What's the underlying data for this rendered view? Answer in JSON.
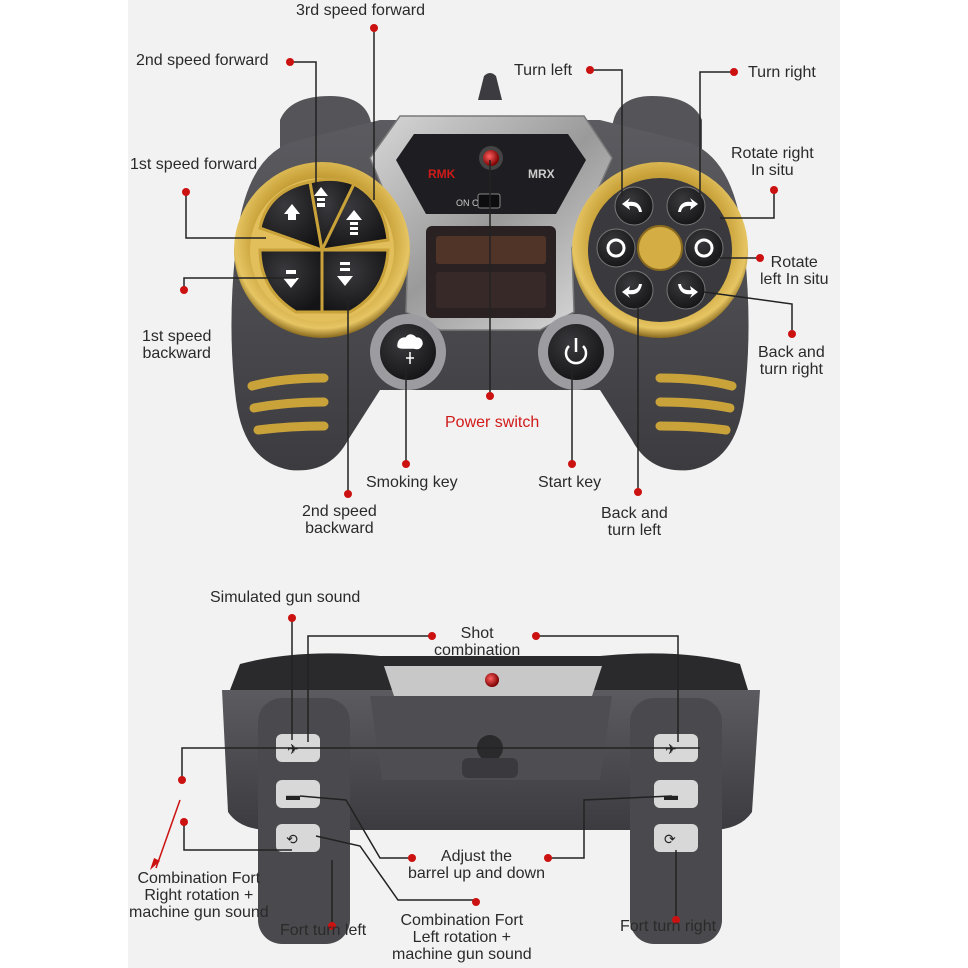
{
  "colors": {
    "background": "#f2f2f2",
    "controller_body": "#4a4a4e",
    "gold_ring": "#c9a23a",
    "button_black": "#1c1c1e",
    "callout_line": "#222222",
    "callout_dot": "#cc1111",
    "power_label": "#d11a1a"
  },
  "top_controller": {
    "labels": {
      "speed3_forward": "3rd speed forward",
      "speed2_forward": "2nd speed forward",
      "speed1_forward": "1st speed forward",
      "speed1_backward": "1st speed\nbackward",
      "speed2_backward": "2nd speed\nbackward",
      "smoking_key": "Smoking key",
      "power_switch": "Power switch",
      "start_key": "Start key",
      "turn_left": "Turn left",
      "turn_right": "Turn right",
      "rotate_right": "Rotate right\nIn situ",
      "rotate_left": "Rotate\nleft In situ",
      "back_turn_right": "Back and\nturn right",
      "back_turn_left": "Back and\nturn left"
    },
    "screen_text": {
      "on_off": "ON    OFF",
      "brand_left": "RMK",
      "brand_right": "MRX"
    },
    "icons": [
      "arrow-up-icon",
      "double-arrow-up-icon",
      "arrow-down-icon",
      "double-arrow-down-icon",
      "turn-left-icon",
      "turn-right-icon",
      "rotate-left-icon",
      "rotate-right-icon",
      "smoke-icon",
      "power-icon"
    ]
  },
  "bottom_controller": {
    "labels": {
      "simulated_gun_sound": "Simulated gun sound",
      "shot_combination": "Shot\ncombination",
      "adjust_barrel": "Adjust the\nbarrel up and down",
      "combo_right": "Combination Fort\nRight rotation +\nmachine gun sound",
      "fort_turn_left": "Fort turn left",
      "combo_left": "Combination Fort\nLeft rotation +\nmachine gun sound",
      "fort_turn_right": "Fort turn right"
    },
    "icons": [
      "gun-icon",
      "tank-barrel-icon",
      "fort-rotate-icon"
    ]
  }
}
